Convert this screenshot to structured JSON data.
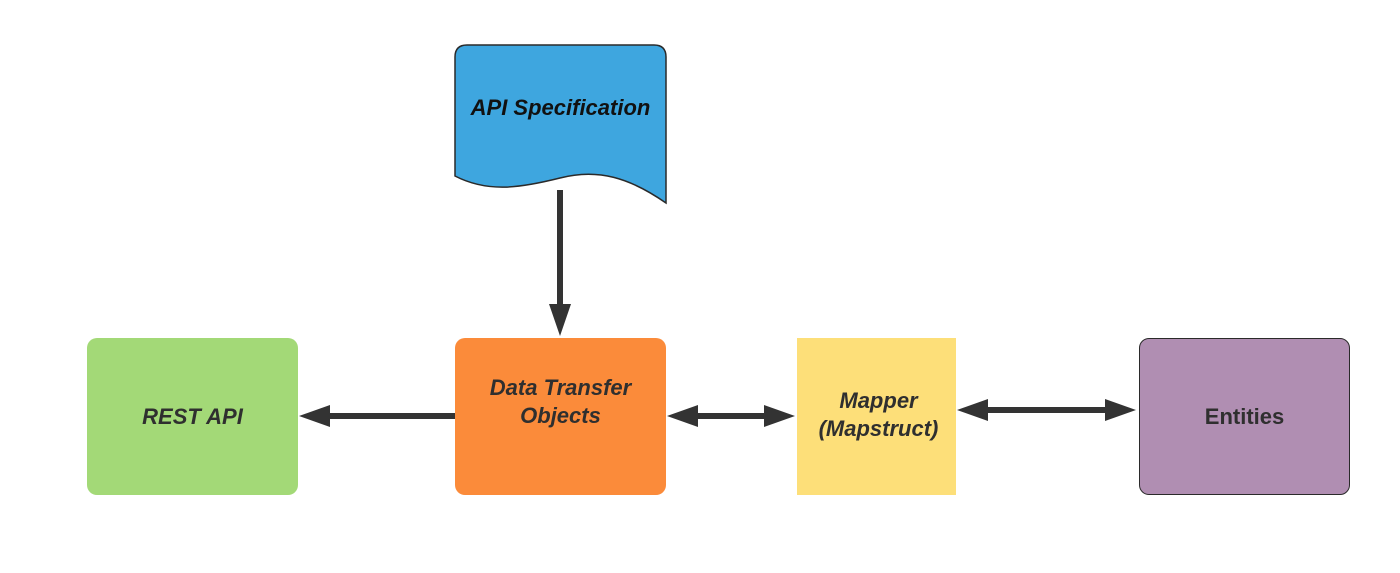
{
  "colors": {
    "api_spec": "#3ea6df",
    "rest_api": "#a3d977",
    "dto": "#fb8b3a",
    "mapper": "#fddf79",
    "entities": "#b08eb2",
    "arrow": "#333333",
    "outline": "#2a2a2a"
  },
  "nodes": {
    "api_spec": {
      "label": "API Specification",
      "shape": "document"
    },
    "rest_api": {
      "label": "REST API",
      "shape": "rounded-rectangle"
    },
    "dto": {
      "label": "Data Transfer\nObjects",
      "shape": "rounded-rectangle"
    },
    "mapper": {
      "label": "Mapper\n(Mapstruct)",
      "shape": "rectangle"
    },
    "entities": {
      "label": "Entities",
      "shape": "rounded-rectangle"
    }
  },
  "edges": [
    {
      "from": "api_spec",
      "to": "dto",
      "direction": "forward"
    },
    {
      "from": "dto",
      "to": "rest_api",
      "direction": "forward"
    },
    {
      "from": "dto",
      "to": "mapper",
      "direction": "both"
    },
    {
      "from": "mapper",
      "to": "entities",
      "direction": "both"
    }
  ]
}
